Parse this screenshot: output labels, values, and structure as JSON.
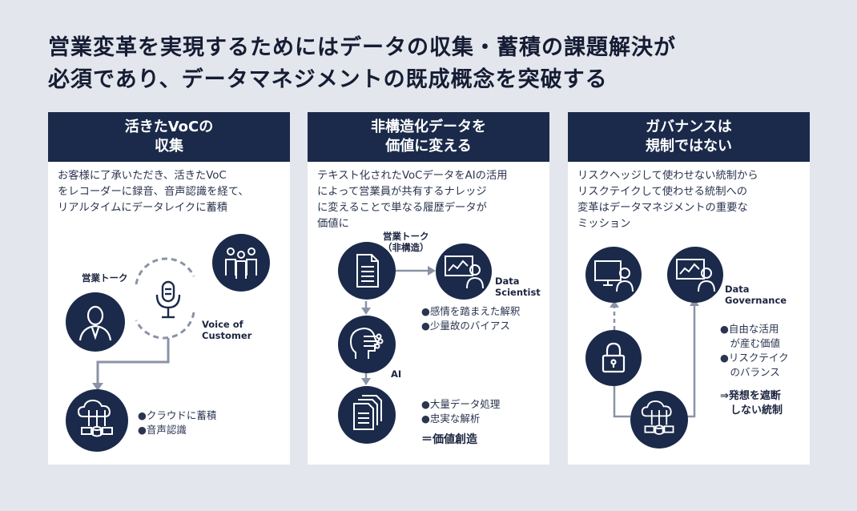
{
  "title": {
    "line1": "営業変革を実現するためにはデータの収集・蓄積の課題解決が",
    "line2": "必須であり、データマネジメントの既成概念を突破する"
  },
  "columns": [
    {
      "header_line1": "活きたVoCの",
      "header_line2": "収集",
      "desc": [
        "お客様に了承いただき、活きたVoC",
        "をレコーダーに録音、音声認識を経て、",
        "リアルタイムにデータレイクに蓄積"
      ],
      "label_talk": "営業トーク",
      "label_voc1": "Voice of",
      "label_voc2": "Customer",
      "bullets": [
        "●クラウドに蓄積",
        "●音声認識"
      ]
    },
    {
      "header_line1": "非構造化データを",
      "header_line2": "価値に変える",
      "desc": [
        "テキスト化されたVoCデータをAIの活用",
        "によって営業員が共有するナレッジ",
        "に変えることで単なる履歴データが",
        "価値に"
      ],
      "label_talk1": "営業トーク",
      "label_talk2": "（非構造）",
      "label_ds1": "Data",
      "label_ds2": "Scientist",
      "label_ai": "AI",
      "bullets_ds": [
        "●感情を踏まえた解釈",
        "●少量故のバイアス"
      ],
      "bullets_ai": [
        "●大量データ処理",
        "●忠実な解析"
      ],
      "result": "＝価値創造"
    },
    {
      "header_line1": "ガバナンスは",
      "header_line2": "規制ではない",
      "desc": [
        "リスクヘッジして使わせない統制から",
        "リスクテイクして使わせる統制への",
        "変革はデータマネジメントの重要な",
        "ミッション"
      ],
      "label_dg1": "Data",
      "label_dg2": "Governance",
      "bullets": [
        "●自由な活用",
        "　が産む価値",
        "●リスクテイク",
        "　のバランス"
      ],
      "result1": "⇒発想を遮断",
      "result2": "　しない統制"
    }
  ],
  "colors": {
    "navy": "#1b2a4a",
    "connector": "#8a93a6",
    "background": "#e3e6ec"
  }
}
